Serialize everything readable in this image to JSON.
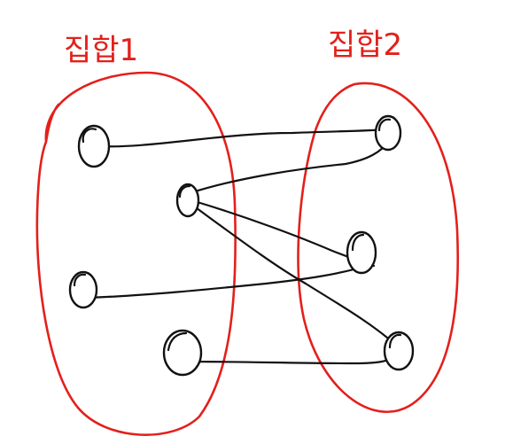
{
  "colors": {
    "set_color": "#e3201b",
    "ink_color": "#111111",
    "background": "#ffffff"
  },
  "sets": [
    {
      "id": "set-1",
      "label": "집합1"
    },
    {
      "id": "set-2",
      "label": "집합2"
    }
  ],
  "nodes": [
    {
      "id": "a1",
      "set": "set-1"
    },
    {
      "id": "a2",
      "set": "set-1"
    },
    {
      "id": "a3",
      "set": "set-1"
    },
    {
      "id": "a4",
      "set": "set-1"
    },
    {
      "id": "b1",
      "set": "set-2"
    },
    {
      "id": "b2",
      "set": "set-2"
    },
    {
      "id": "b3",
      "set": "set-2"
    }
  ],
  "edges": [
    {
      "from": "a1",
      "to": "b1"
    },
    {
      "from": "a2",
      "to": "b1"
    },
    {
      "from": "a2",
      "to": "b2"
    },
    {
      "from": "a2",
      "to": "b3"
    },
    {
      "from": "a3",
      "to": "b2"
    },
    {
      "from": "a4",
      "to": "b3"
    }
  ]
}
